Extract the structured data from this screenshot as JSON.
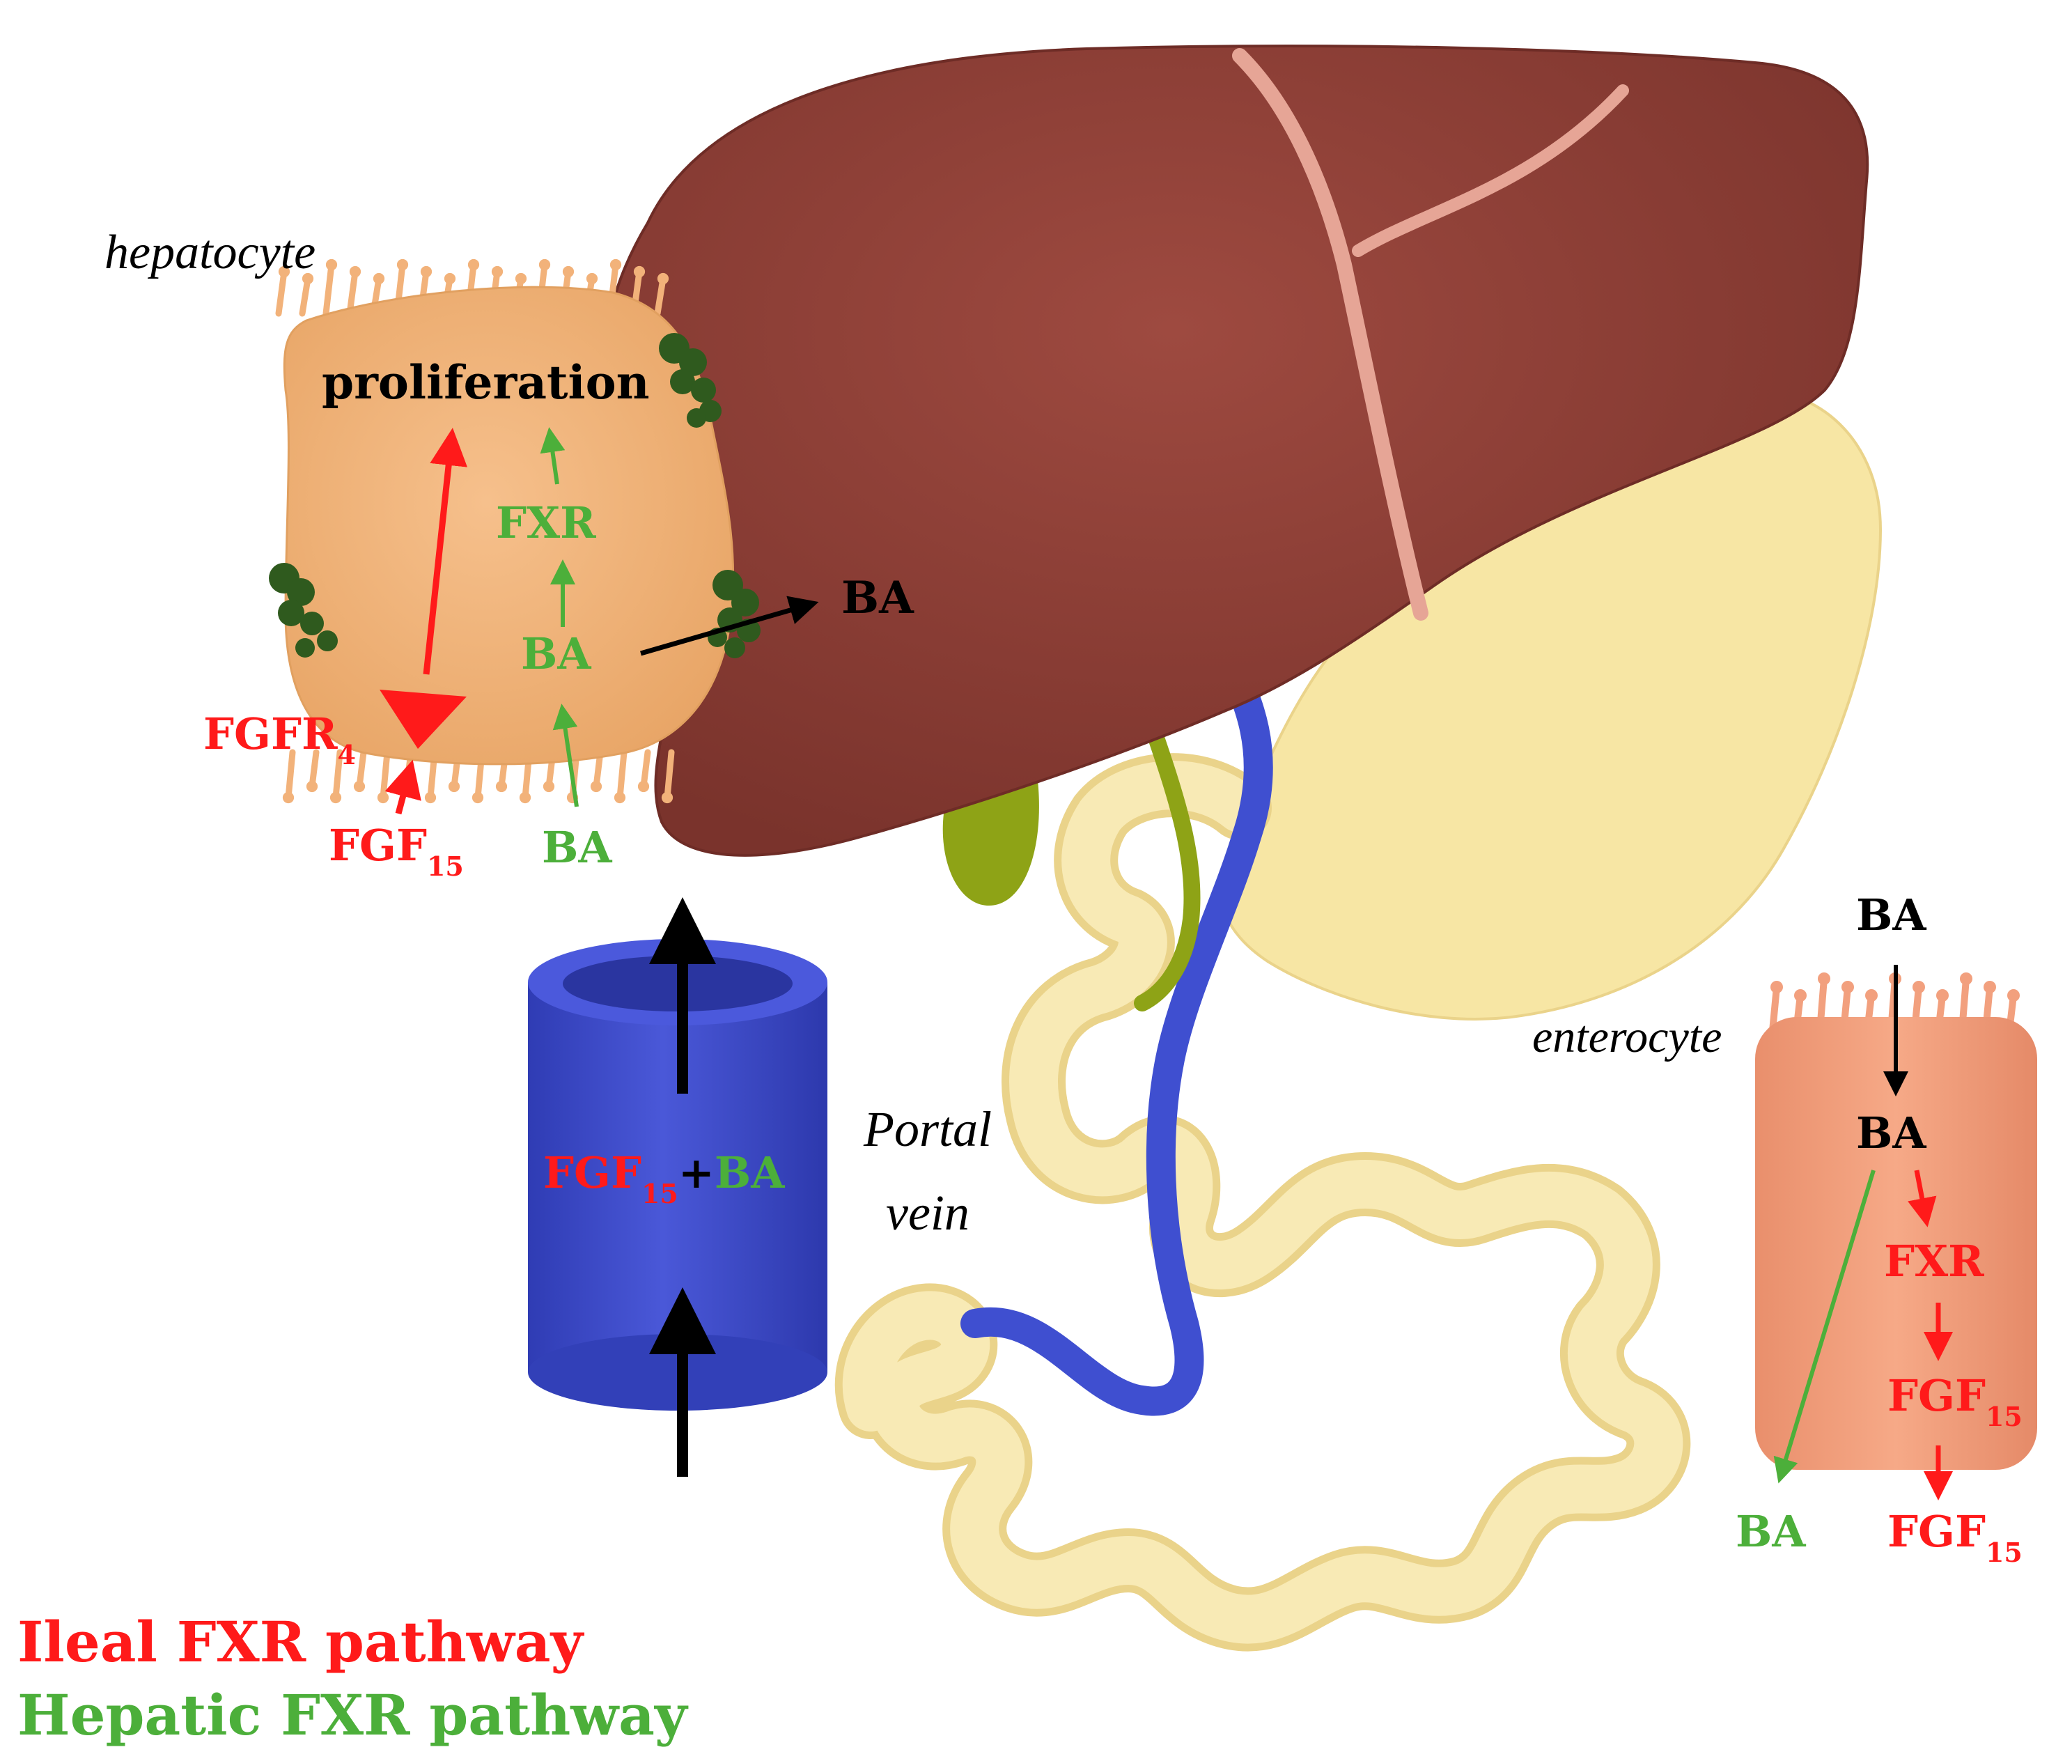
{
  "colors": {
    "ileal": "#ff1a1a",
    "hepatic": "#4caf3a",
    "black": "#000000",
    "liver": "#8a3e36",
    "hepatocyte": "#f2b27a",
    "enterocyte": "#f2a07e",
    "intestine": "#f7e7a8",
    "vein": "#3f4fd0",
    "gallbladder": "#8ea316",
    "ligament": "#e6a596",
    "cell_surface_protein": "#2f5a1e"
  },
  "labels": {
    "hepatocyte": "hepatocyte",
    "enterocyte": "enterocyte",
    "portal_vein_line1": "Portal",
    "portal_vein_line2": "vein"
  },
  "hepatocyte_pathway": {
    "proliferation": "proliferation",
    "fxr": "FXR",
    "ba_inside": "BA",
    "ba_out": "BA",
    "fgfr": "FGFR",
    "fgfr_sub": "4",
    "fgf": "FGF",
    "fgf_sub": "15",
    "ba_in": "BA"
  },
  "portal": {
    "fgf": "FGF",
    "fgf_sub": "15",
    "plus": "+",
    "ba": "BA"
  },
  "enterocyte_pathway": {
    "ba_top": "BA",
    "ba_mid": "BA",
    "fxr": "FXR",
    "fgf_inside": "FGF",
    "fgf_inside_sub": "15",
    "ba_out": "BA",
    "fgf_out": "FGF",
    "fgf_out_sub": "15"
  },
  "legend": {
    "ileal": "Ileal FXR pathway",
    "hepatic": "Hepatic FXR pathway"
  }
}
